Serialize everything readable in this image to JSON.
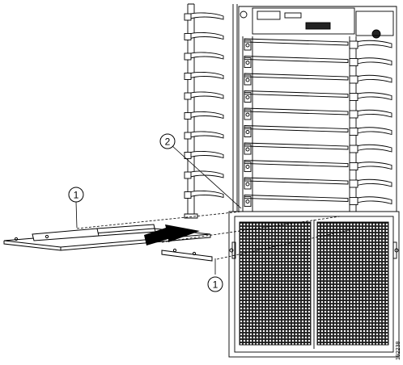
{
  "callouts": [
    {
      "id": "callout-1-top",
      "label": "1"
    },
    {
      "id": "callout-2",
      "label": "2"
    },
    {
      "id": "callout-1-bottom",
      "label": "1"
    }
  ],
  "figure_id": "192238",
  "colors": {
    "line": "#000000",
    "background": "#ffffff",
    "arrow": "#000000"
  }
}
